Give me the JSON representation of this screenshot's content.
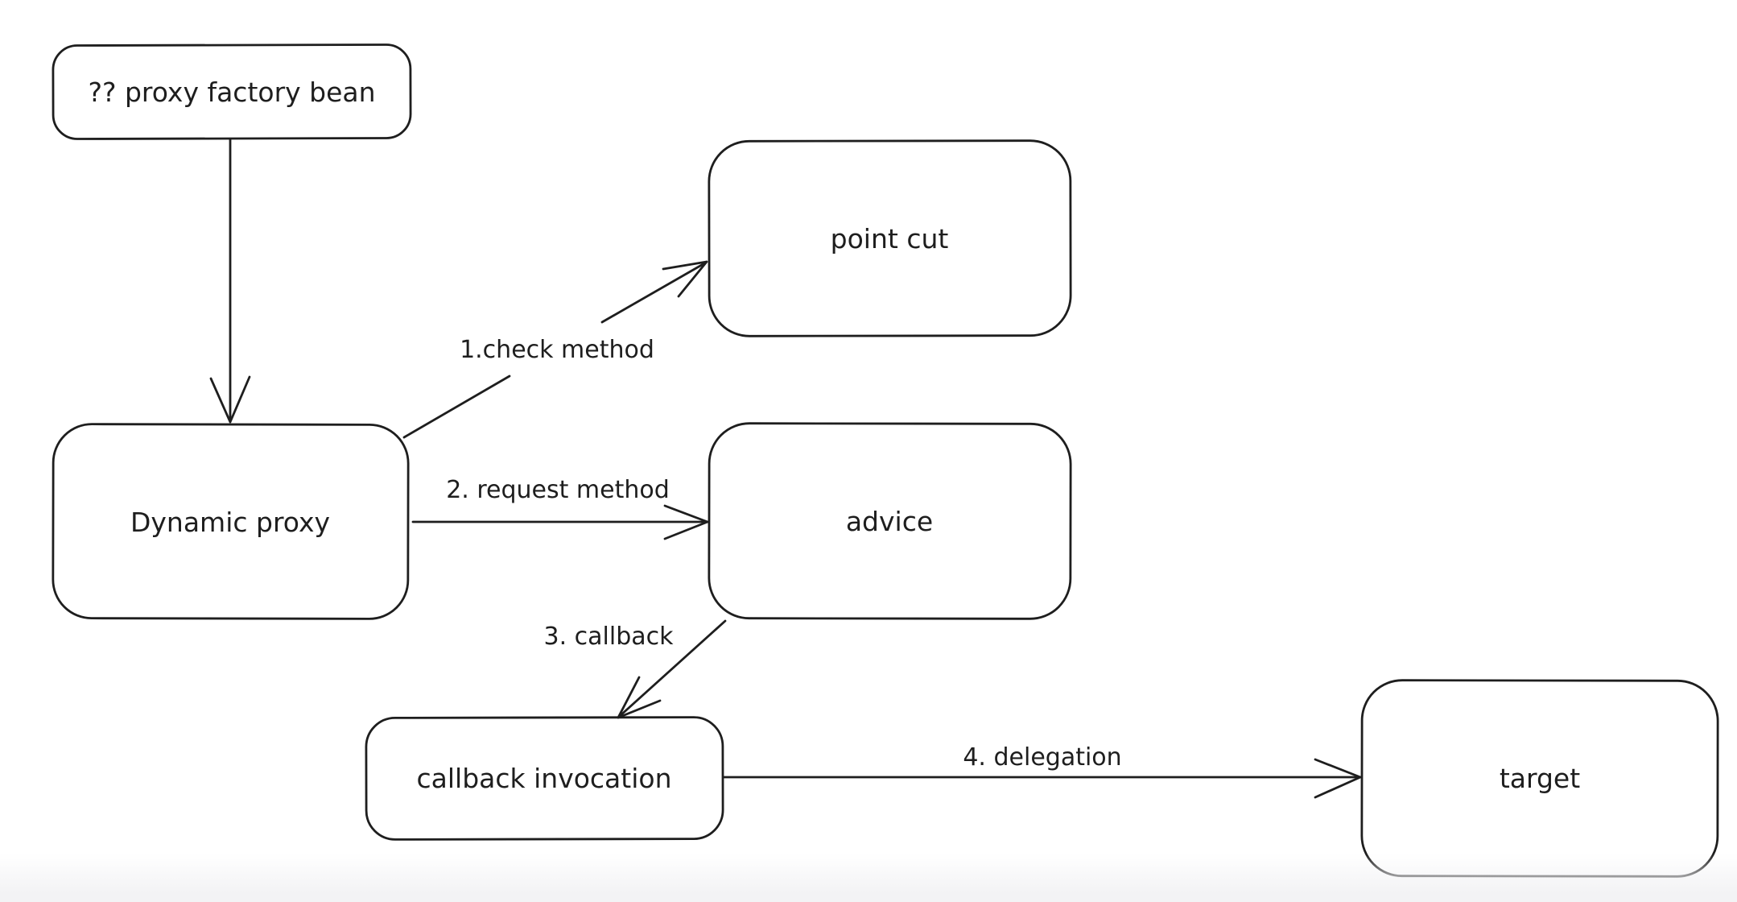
{
  "diagram": {
    "style": {
      "background": "#ffffff",
      "stroke_color": "#1e1e1e",
      "node_fill": "#ffffff",
      "bottom_fade_color": "#f3f3f5"
    },
    "nodes": [
      {
        "id": "proxy-factory-bean",
        "label": "?? proxy factory bean"
      },
      {
        "id": "dynamic-proxy",
        "label": "Dynamic proxy"
      },
      {
        "id": "point-cut",
        "label": "point cut"
      },
      {
        "id": "advice",
        "label": "advice"
      },
      {
        "id": "callback-invocation",
        "label": "callback invocation"
      },
      {
        "id": "target",
        "label": "target"
      }
    ],
    "edges": [
      {
        "from": "proxy-factory-bean",
        "to": "dynamic-proxy",
        "label": ""
      },
      {
        "from": "dynamic-proxy",
        "to": "point-cut",
        "label": "1.check method"
      },
      {
        "from": "dynamic-proxy",
        "to": "advice",
        "label": "2. request method"
      },
      {
        "from": "advice",
        "to": "callback-invocation",
        "label": "3. callback"
      },
      {
        "from": "callback-invocation",
        "to": "target",
        "label": "4. delegation"
      }
    ]
  }
}
